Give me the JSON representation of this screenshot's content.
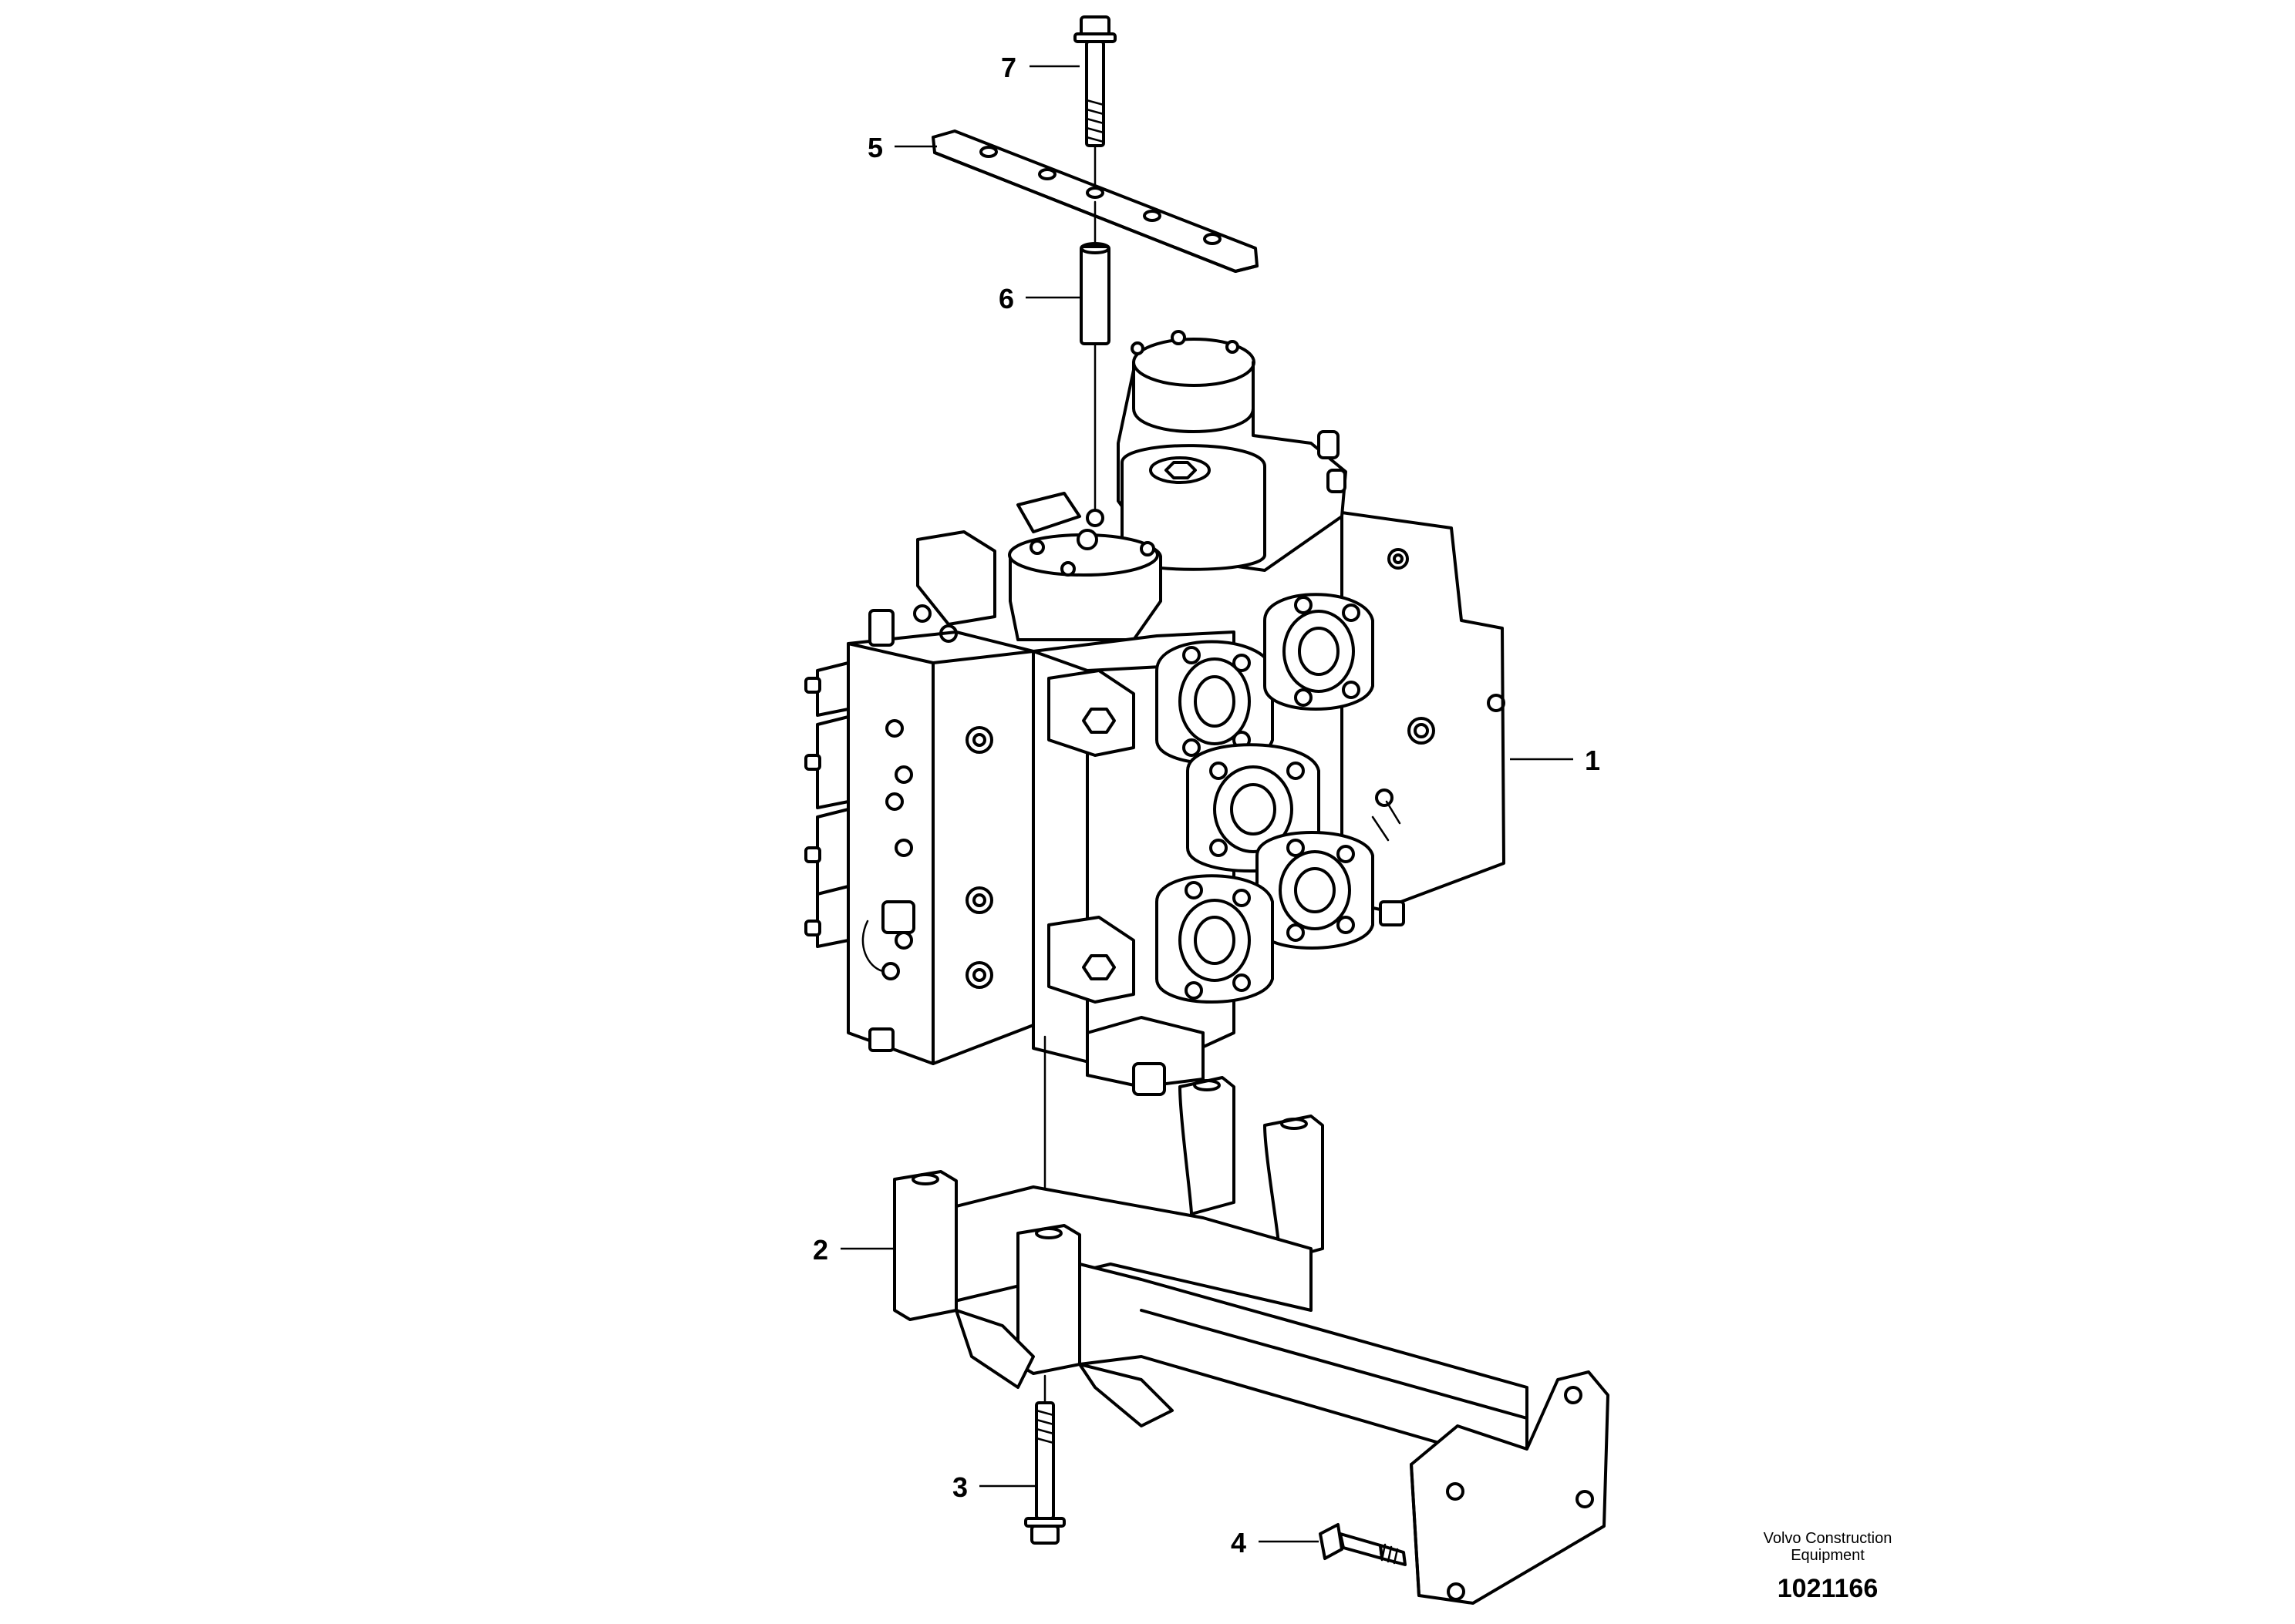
{
  "callouts": [
    {
      "number": "1",
      "part": "control-valve"
    },
    {
      "number": "2",
      "part": "valve-bracket"
    },
    {
      "number": "3",
      "part": "flange-screw-bottom"
    },
    {
      "number": "4",
      "part": "flange-screw-side"
    },
    {
      "number": "5",
      "part": "plate"
    },
    {
      "number": "6",
      "part": "spacer-sleeve"
    },
    {
      "number": "7",
      "part": "flange-screw-top"
    }
  ],
  "footer": {
    "brand_line1": "Volvo Construction",
    "brand_line2": "Equipment",
    "drawing_number": "1021166"
  }
}
